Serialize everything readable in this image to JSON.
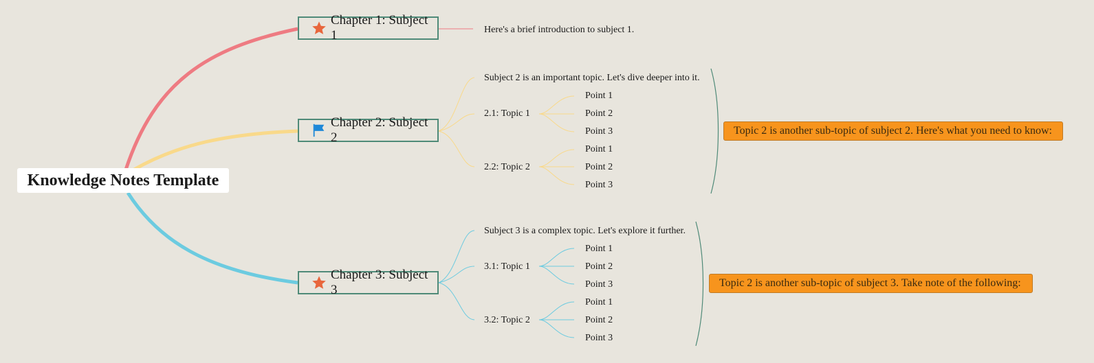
{
  "root": {
    "title": "Knowledge Notes Template"
  },
  "colors": {
    "branch1": "#ee7b82",
    "branch2": "#f9d98a",
    "branch3": "#6ccbe0",
    "chapter_border": "#4f8a78",
    "callout_bg": "#f7941d",
    "bracket": "#4f8a78"
  },
  "chapters": [
    {
      "label": "Chapter 1: Subject 1",
      "icon": "star-icon",
      "intro": "Here's a brief introduction to subject 1."
    },
    {
      "label": "Chapter 2: Subject 2",
      "icon": "flag-icon",
      "intro": "Subject 2 is an important topic. Let's dive deeper into it.",
      "topics": [
        {
          "label": "2.1: Topic 1",
          "points": [
            "Point 1",
            "Point 2",
            "Point 3"
          ]
        },
        {
          "label": "2.2: Topic 2",
          "points": [
            "Point 1",
            "Point 2",
            "Point 3"
          ]
        }
      ],
      "summary": "Topic 2 is another sub-topic of subject 2. Here's what you need to know:"
    },
    {
      "label": "Chapter 3: Subject 3",
      "icon": "star-icon",
      "intro": "Subject 3 is a complex topic. Let's explore it further.",
      "topics": [
        {
          "label": "3.1: Topic 1",
          "points": [
            "Point 1",
            "Point 2",
            "Point 3"
          ]
        },
        {
          "label": "3.2: Topic 2",
          "points": [
            "Point 1",
            "Point 2",
            "Point 3"
          ]
        }
      ],
      "summary": "Topic 2 is another sub-topic of subject 3. Take note of the following:"
    }
  ]
}
